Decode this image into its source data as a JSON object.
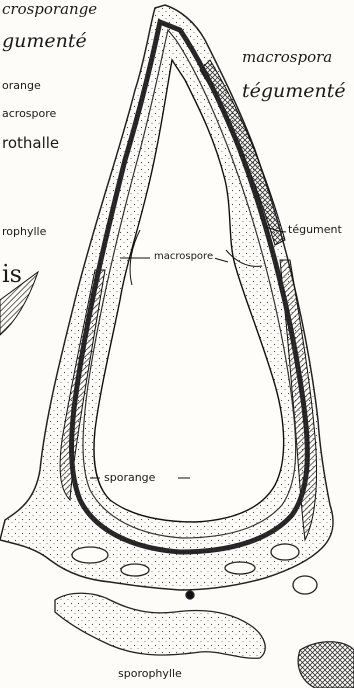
{
  "labels": {
    "top_left_1": "crosporange",
    "top_left_2": "gumenté",
    "left_sporange": "orange",
    "left_macrospore": "acrospore",
    "left_prothalle": "rothalle",
    "left_sporophylle": "rophylle",
    "left_is": "is",
    "right_macrosporange": "macrospora",
    "right_tegument_italic": "tégumenté",
    "tegument": "tégument",
    "macrospore": "macrospore",
    "sporange": "sporange",
    "sporophylle": "sporophylle"
  }
}
